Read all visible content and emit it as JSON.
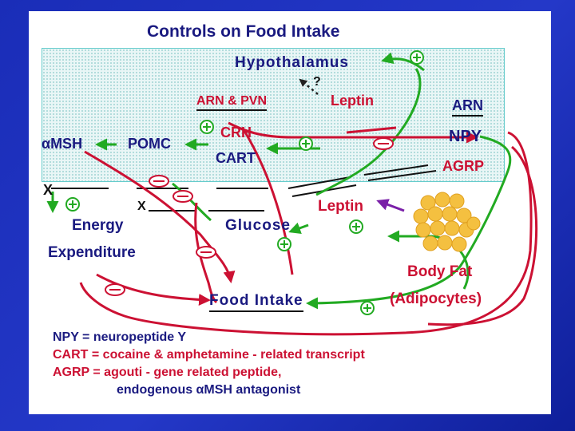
{
  "title": "Controls on Food Intake",
  "labels": {
    "hypothalamus": "Hypothalamus",
    "question": "?",
    "arn_pvn": "ARN & PVN",
    "leptin_top": "Leptin",
    "arn": "ARN",
    "alpha_msh": "αMSH",
    "pomc": "POMC",
    "crh": "CRH",
    "cart": "CART",
    "npy": "NPY",
    "agrp": "AGRP",
    "x_left": "X",
    "x_mid": "X",
    "energy": "Energy",
    "expenditure": "Expenditure",
    "glucose": "Glucose",
    "leptin_mid": "Leptin",
    "body_fat": "Body Fat",
    "adipocytes": "(Adipocytes)",
    "food_intake": "Food Intake"
  },
  "glossary": [
    {
      "term": "NPY",
      "definition": " = neuropeptide Y"
    },
    {
      "term": "CART",
      "definition": " = cocaine & amphetamine - related transcript"
    },
    {
      "term": "AGRP",
      "definition": " = agouti - gene related peptide,"
    },
    {
      "term": "",
      "definition": "endogenous αMSH antagonist"
    }
  ],
  "colors": {
    "background": "#2438c8",
    "green_arrow": "#22aa22",
    "red_arrow": "#cc1133",
    "purple_arrow": "#7a1fa8",
    "fat_cell": "#f4c040",
    "navy_text": "#1a1a80"
  }
}
